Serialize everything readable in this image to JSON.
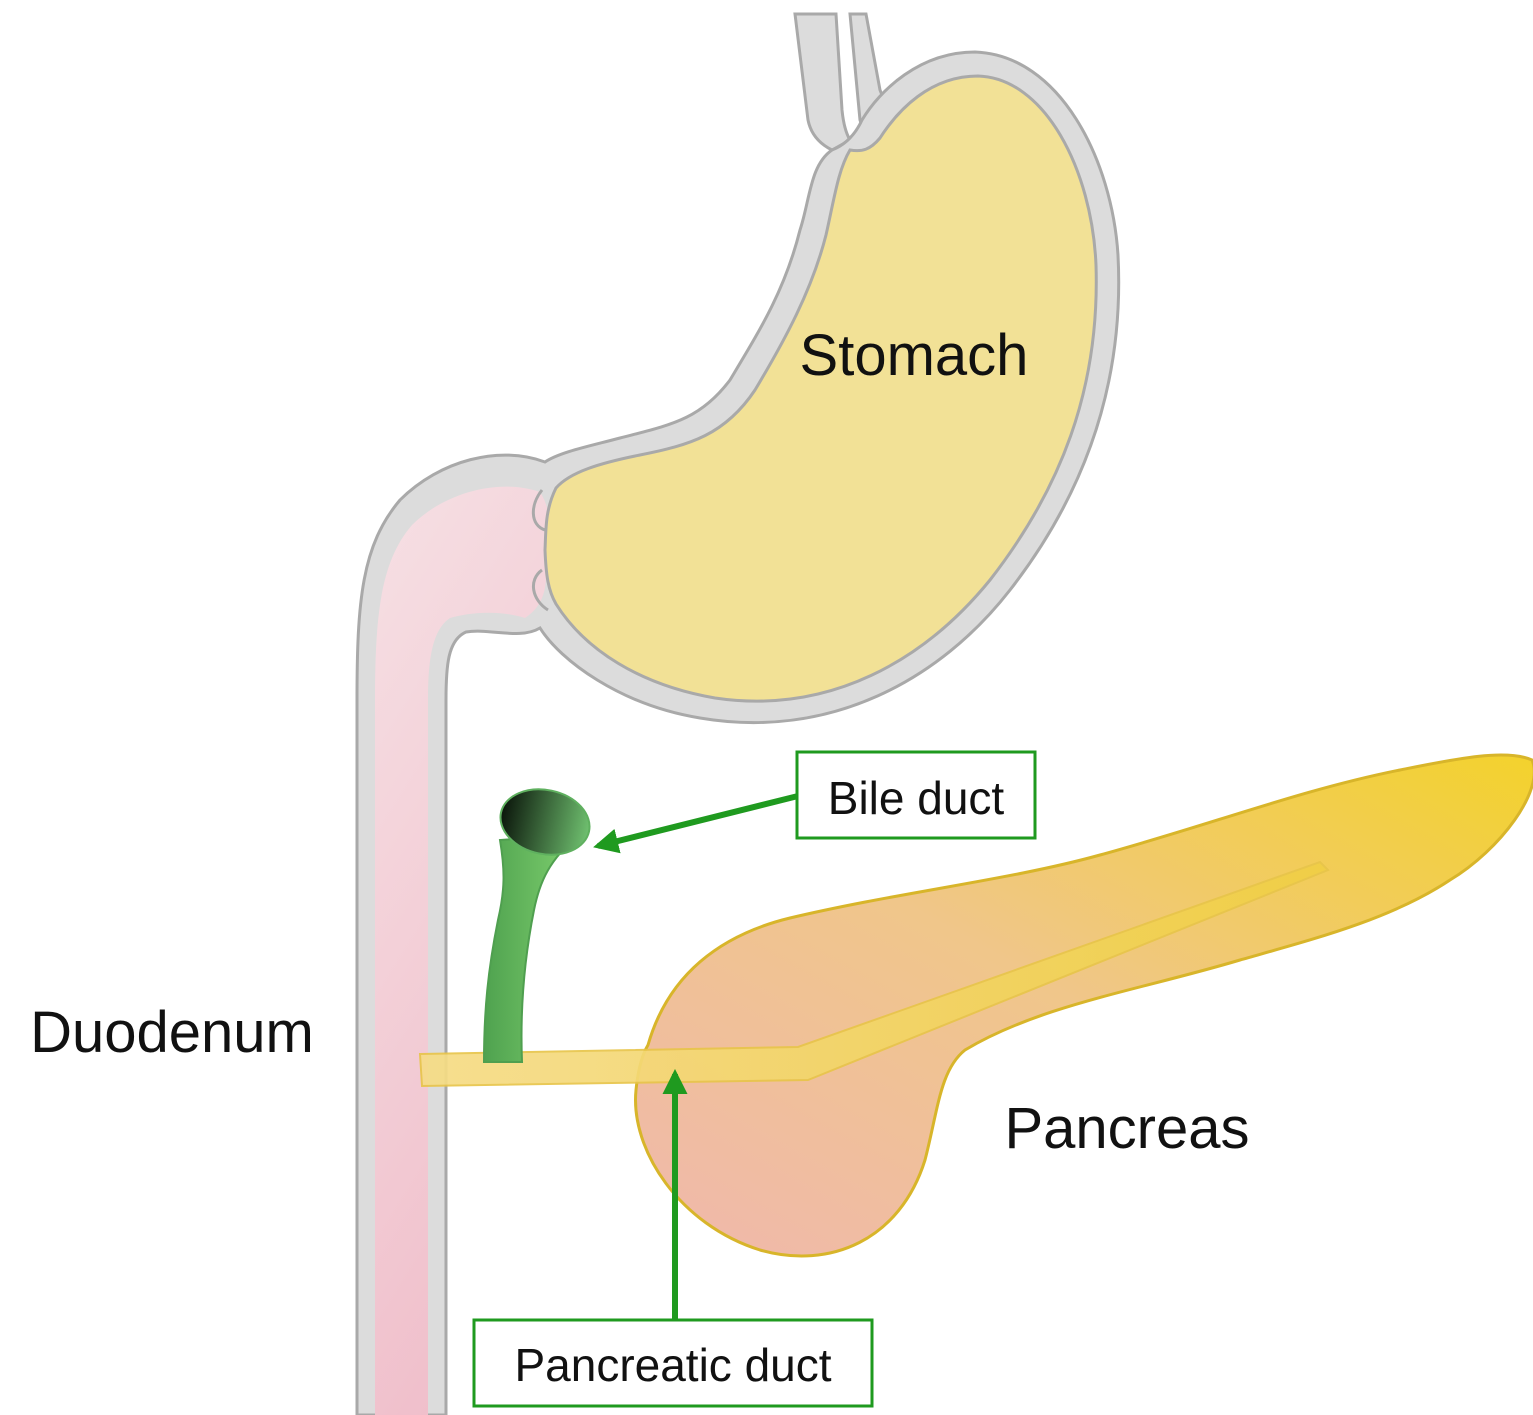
{
  "labels": {
    "stomach": "Stomach",
    "duodenum": "Duodenum",
    "pancreas": "Pancreas",
    "bile_duct": "Bile duct",
    "pancreatic_duct": "Pancreatic duct"
  },
  "colors": {
    "wall": "#dcdcdc",
    "wall_edge": "#a9a9a9",
    "stomach_fill": "#f2e196",
    "duodenum_fill": "#f3c9d2",
    "pancreas_fill": "#efbf8f",
    "pancreas_edge": "#d8b52a",
    "duct_fill": "#f3d266",
    "bile_green": "#5bb75b",
    "arrow_green": "#1f9a1f"
  }
}
